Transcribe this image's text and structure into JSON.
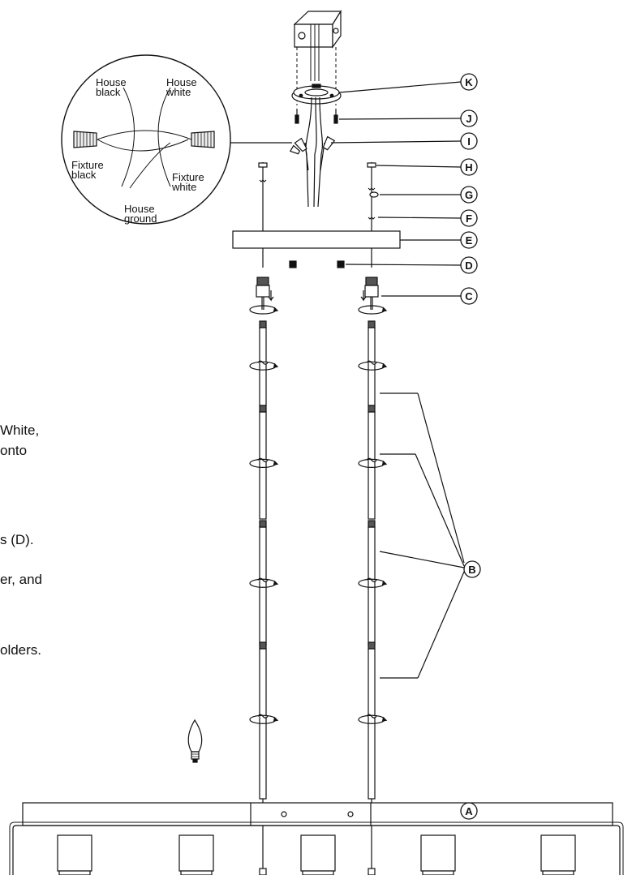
{
  "instructions": {
    "line1": "White,",
    "line2": "onto",
    "line3": "s (D).",
    "line4": "er, and",
    "line5": "olders."
  },
  "wiring_callout": {
    "house_black": [
      "House",
      "black"
    ],
    "house_white": [
      "House",
      "white"
    ],
    "fixture_black": [
      "Fixture",
      "black"
    ],
    "fixture_white": [
      "Fixture",
      "white"
    ],
    "house_ground": [
      "House",
      "ground"
    ]
  },
  "part_labels": {
    "K": "K",
    "J": "J",
    "I": "I",
    "H": "H",
    "G": "G",
    "F": "F",
    "E": "E",
    "D": "D",
    "C": "C",
    "B": "B",
    "A": "A"
  }
}
